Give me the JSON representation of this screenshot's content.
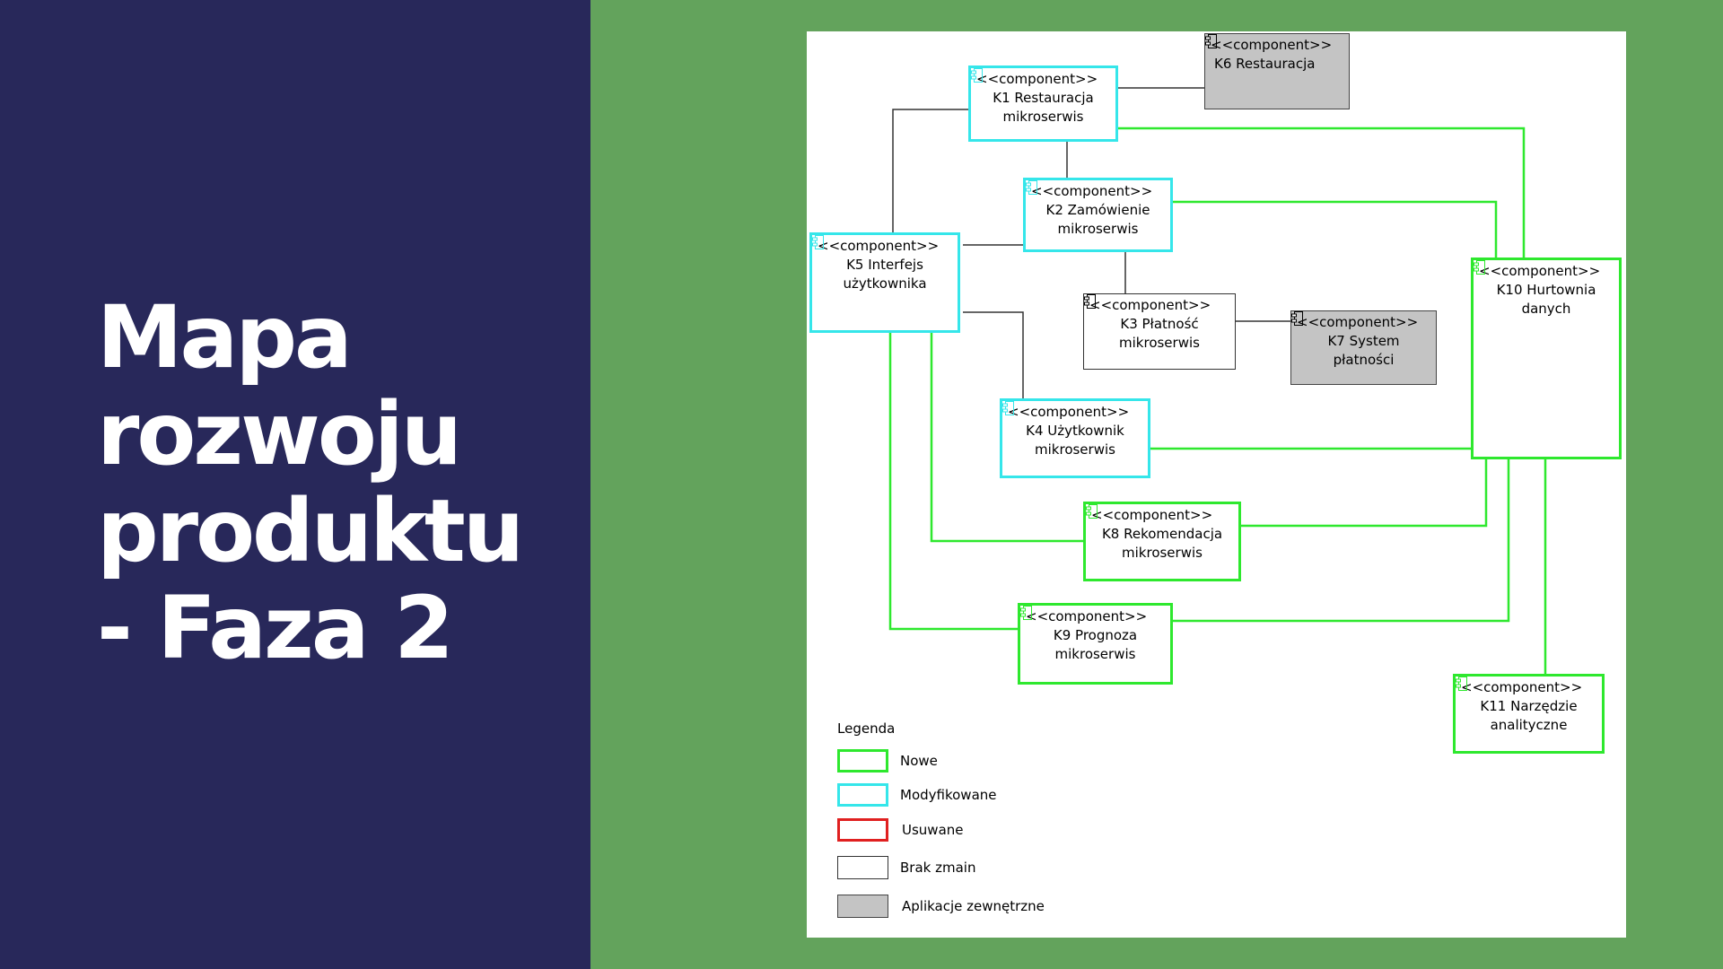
{
  "slide": {
    "title_lines": [
      "Mapa",
      "rozwoju",
      "produktu",
      "- Faza 2"
    ]
  },
  "colors": {
    "left_panel": "#28285a",
    "right_panel": "#63a35c",
    "nowe": "#2ee82e",
    "modyfikowane": "#35e6ea",
    "usuwane": "#e02020",
    "brak_zmian": "#333333",
    "zewnetrzne": "#c4c4c4"
  },
  "diagram": {
    "stereotype": "<<component>>",
    "components": {
      "k1": {
        "name": "K1 Restauracja\nmikroserwis",
        "status": "modyfikowane"
      },
      "k2": {
        "name": "K2 Zamówienie\nmikroserwis",
        "status": "modyfikowane"
      },
      "k3": {
        "name": "K3 Płatność\nmikroserwis",
        "status": "brak_zmian"
      },
      "k4": {
        "name": "K4 Użytkownik\nmikroserwis",
        "status": "modyfikowane"
      },
      "k5": {
        "name": "K5 Interfejs\nużytkownika",
        "status": "modyfikowane"
      },
      "k6": {
        "name": "K6 Restauracja",
        "status": "zewnetrzne"
      },
      "k7": {
        "name": "K7 System\npłatności",
        "status": "zewnetrzne"
      },
      "k8": {
        "name": "K8 Rekomendacja\nmikroserwis",
        "status": "nowe"
      },
      "k9": {
        "name": "K9 Prognoza\nmikroserwis",
        "status": "nowe"
      },
      "k10": {
        "name": "K10 Hurtownia\ndanych",
        "status": "nowe"
      },
      "k11": {
        "name": "K11 Narzędzie\nanalityczne",
        "status": "nowe"
      }
    },
    "legend": {
      "title": "Legenda",
      "items": [
        {
          "label": "Nowe",
          "status": "nowe"
        },
        {
          "label": "Modyfikowane",
          "status": "modyfikowane"
        },
        {
          "label": "Usuwane",
          "status": "usuwane"
        },
        {
          "label": "Brak zmain",
          "status": "brak_zmian"
        },
        {
          "label": "Aplikacje zewnętrzne",
          "status": "zewnetrzne"
        }
      ]
    }
  }
}
